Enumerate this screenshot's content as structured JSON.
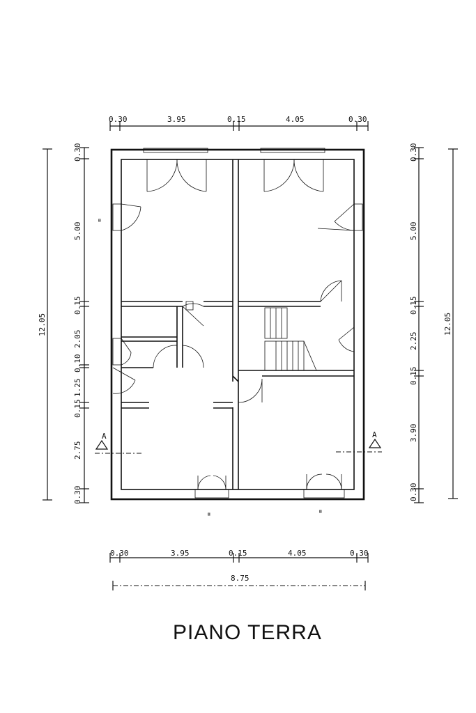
{
  "title": "PIANO TERRA",
  "dimensions": {
    "top": [
      "0.30",
      "3.95",
      "0.15",
      "4.05",
      "0.30"
    ],
    "bottom": [
      "0.30",
      "3.95",
      "0.15",
      "4.05",
      "0.30"
    ],
    "total_width": "8.75",
    "left": [
      "0.30",
      "5.00",
      "0.15",
      "2.05",
      "0.10",
      "1.25",
      "0.15",
      "2.75",
      "0.30"
    ],
    "left_total": "12.05",
    "right": [
      "0.30",
      "5.00",
      "0.15",
      "2.25",
      "0.15",
      "3.90",
      "0.30"
    ],
    "right_total": "12.05"
  },
  "section_marks": [
    "A",
    "A"
  ]
}
